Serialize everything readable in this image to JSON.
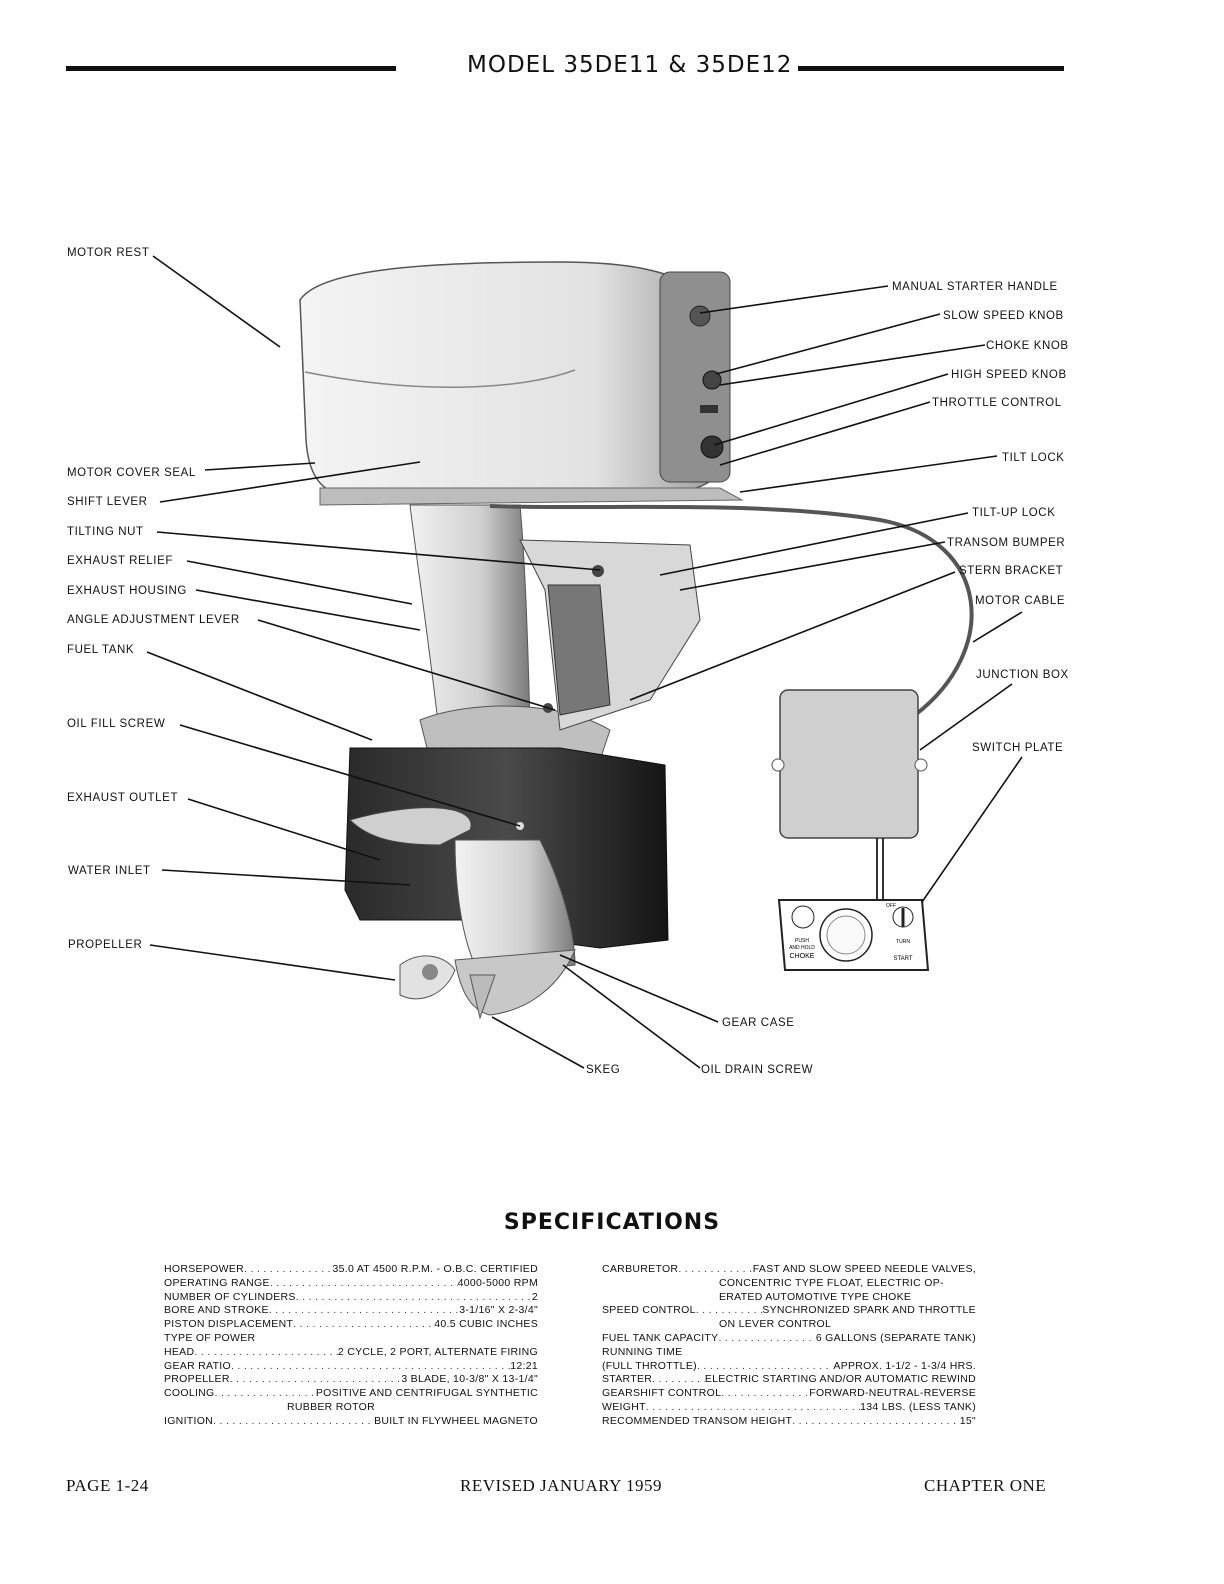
{
  "header": {
    "title": "MODEL 35DE11 & 35DE12"
  },
  "labels": {
    "motor_rest": "MOTOR REST",
    "motor_cover_seal": "MOTOR COVER SEAL",
    "shift_lever": "SHIFT LEVER",
    "tilting_nut": "TILTING NUT",
    "exhaust_relief": "EXHAUST RELIEF",
    "exhaust_housing": "EXHAUST HOUSING",
    "angle_adjustment_lever": "ANGLE ADJUSTMENT LEVER",
    "fuel_tank": "FUEL TANK",
    "oil_fill_screw": "OIL FILL SCREW",
    "exhaust_outlet": "EXHAUST OUTLET",
    "water_inlet": "WATER INLET",
    "propeller": "PROPELLER",
    "manual_starter_handle": "MANUAL STARTER HANDLE",
    "slow_speed_knob": "SLOW SPEED KNOB",
    "choke_knob": "CHOKE KNOB",
    "high_speed_knob": "HIGH SPEED KNOB",
    "throttle_control": "THROTTLE CONTROL",
    "tilt_lock": "TILT LOCK",
    "tilt_up_lock": "TILT-UP LOCK",
    "transom_bumper": "TRANSOM BUMPER",
    "stern_bracket": "STERN BRACKET",
    "motor_cable": "MOTOR CABLE",
    "junction_box": "JUNCTION BOX",
    "switch_plate": "SWITCH PLATE",
    "gear_case": "GEAR CASE",
    "skeg": "SKEG",
    "oil_drain_screw": "OIL DRAIN SCREW"
  },
  "switch_plate_text": {
    "push": "PUSH",
    "and_hold": "AND HOLD",
    "choke": "CHOKE",
    "off": "OFF",
    "start": "START",
    "turn": "TURN"
  },
  "specifications": {
    "title": "SPECIFICATIONS",
    "left": [
      {
        "key": "HORSEPOWER",
        "value": "35.0 AT 4500 R.P.M. - O.B.C. CERTIFIED"
      },
      {
        "key": "OPERATING RANGE",
        "value": "4000-5000 RPM"
      },
      {
        "key": "NUMBER OF CYLINDERS",
        "value": "2"
      },
      {
        "key": "BORE AND STROKE",
        "value": "3-1/16\" X 2-3/4\""
      },
      {
        "key": "PISTON DISPLACEMENT",
        "value": "40.5 CUBIC INCHES"
      },
      {
        "key": "TYPE OF POWER",
        "value": ""
      },
      {
        "key": "HEAD",
        "value": "2 CYCLE, 2 PORT, ALTERNATE FIRING"
      },
      {
        "key": "GEAR RATIO",
        "value": "12:21"
      },
      {
        "key": "PROPELLER",
        "value": "3 BLADE, 10-3/8\" X 13-1/4\""
      },
      {
        "key": "COOLING",
        "value": "POSITIVE AND CENTRIFUGAL SYNTHETIC"
      },
      {
        "key": "",
        "value": "RUBBER ROTOR"
      },
      {
        "key": "IGNITION",
        "value": "BUILT IN FLYWHEEL MAGNETO"
      }
    ],
    "right": [
      {
        "key": "CARBURETOR",
        "value": "FAST AND SLOW SPEED NEEDLE VALVES,"
      },
      {
        "key": "",
        "value": "CONCENTRIC TYPE FLOAT, ELECTRIC OP-"
      },
      {
        "key": "",
        "value": "ERATED AUTOMOTIVE TYPE CHOKE"
      },
      {
        "key": "SPEED CONTROL",
        "value": "SYNCHRONIZED SPARK AND THROTTLE"
      },
      {
        "key": "",
        "value": "ON LEVER CONTROL"
      },
      {
        "key": "FUEL TANK CAPACITY",
        "value": "6 GALLONS (SEPARATE TANK)"
      },
      {
        "key": "RUNNING TIME",
        "value": ""
      },
      {
        "key": "(FULL THROTTLE)",
        "value": "APPROX. 1-1/2 - 1-3/4 HRS."
      },
      {
        "key": "STARTER",
        "value": "ELECTRIC STARTING AND/OR AUTOMATIC REWIND"
      },
      {
        "key": "GEARSHIFT CONTROL",
        "value": "FORWARD-NEUTRAL-REVERSE"
      },
      {
        "key": "WEIGHT",
        "value": "134 LBS. (LESS TANK)"
      },
      {
        "key": "RECOMMENDED TRANSOM HEIGHT",
        "value": "15\""
      }
    ]
  },
  "footer": {
    "page": "PAGE 1-24",
    "revised": "REVISED JANUARY 1959",
    "chapter": "CHAPTER ONE"
  }
}
